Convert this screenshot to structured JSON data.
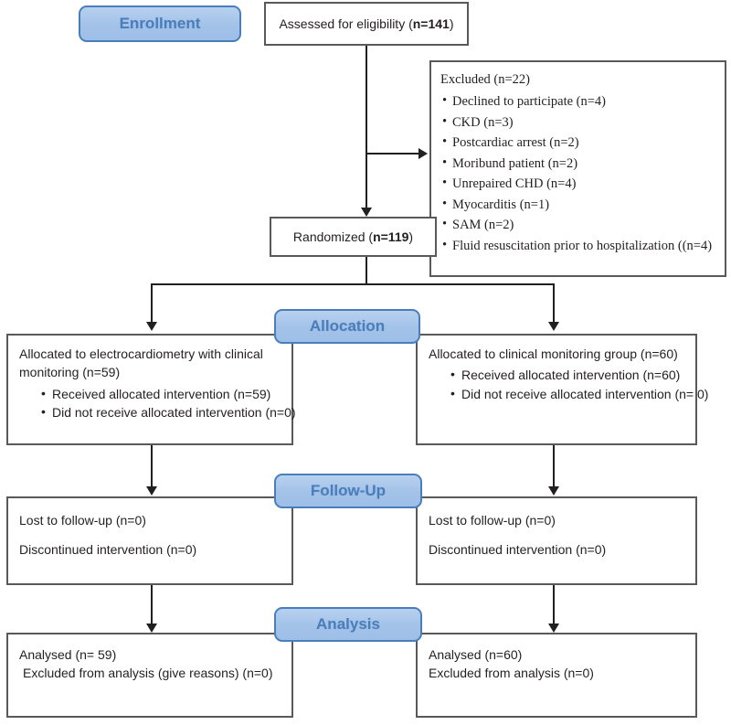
{
  "diagram": {
    "title": "CONSORT participant flow diagram",
    "accent_color": "#a3c2e8",
    "accent_border": "#4a7ebb",
    "accent_text": "#4a7ebb",
    "box_border": "#58595b",
    "connector_color": "#231f20"
  },
  "stages": {
    "enrollment": "Enrollment",
    "allocation": "Allocation",
    "followup": "Follow-Up",
    "analysis": "Analysis"
  },
  "enrollment": {
    "assessed": {
      "text_prefix": "Assessed for eligibility (",
      "n_label": "n=141",
      "text_suffix": ")"
    },
    "excluded": {
      "heading": "Excluded (n=22)",
      "reasons": [
        "Declined to participate (n=4)",
        "CKD (n=3)",
        "Postcardiac arrest (n=2)",
        "Moribund patient (n=2)",
        "Unrepaired CHD (n=4)",
        "Myocarditis (n=1)",
        "SAM (n=2)",
        "Fluid resuscitation prior to hospitalization ((n=4)"
      ]
    },
    "randomized": {
      "text_prefix": "Randomized (",
      "n_label": "n=119",
      "text_suffix": ")"
    }
  },
  "allocation": {
    "left": {
      "heading_line1": "Allocated to electrocardiometry with clinical",
      "heading_line2": "monitoring (n=59)",
      "bullets": [
        "Received allocated intervention (n=59)",
        "Did not receive allocated intervention (n=0)"
      ]
    },
    "right": {
      "heading_line1": "Allocated to clinical monitoring group (n=60)",
      "heading_line2": "",
      "bullets": [
        "Received allocated intervention (n=60)",
        "Did not receive allocated intervention (n= 0)"
      ]
    }
  },
  "followup": {
    "left": {
      "line1": "Lost to follow-up (n=0)",
      "line2": "Discontinued intervention (n=0)"
    },
    "right": {
      "line1": "Lost to follow-up (n=0)",
      "line2": "Discontinued intervention (n=0)"
    }
  },
  "analysis": {
    "left": {
      "line1": "Analysed (n= 59)",
      "line2": "Excluded from analysis (give reasons) (n=0)"
    },
    "right": {
      "line1": "Analysed (n=60)",
      "line2": "Excluded from analysis (n=0)"
    }
  }
}
